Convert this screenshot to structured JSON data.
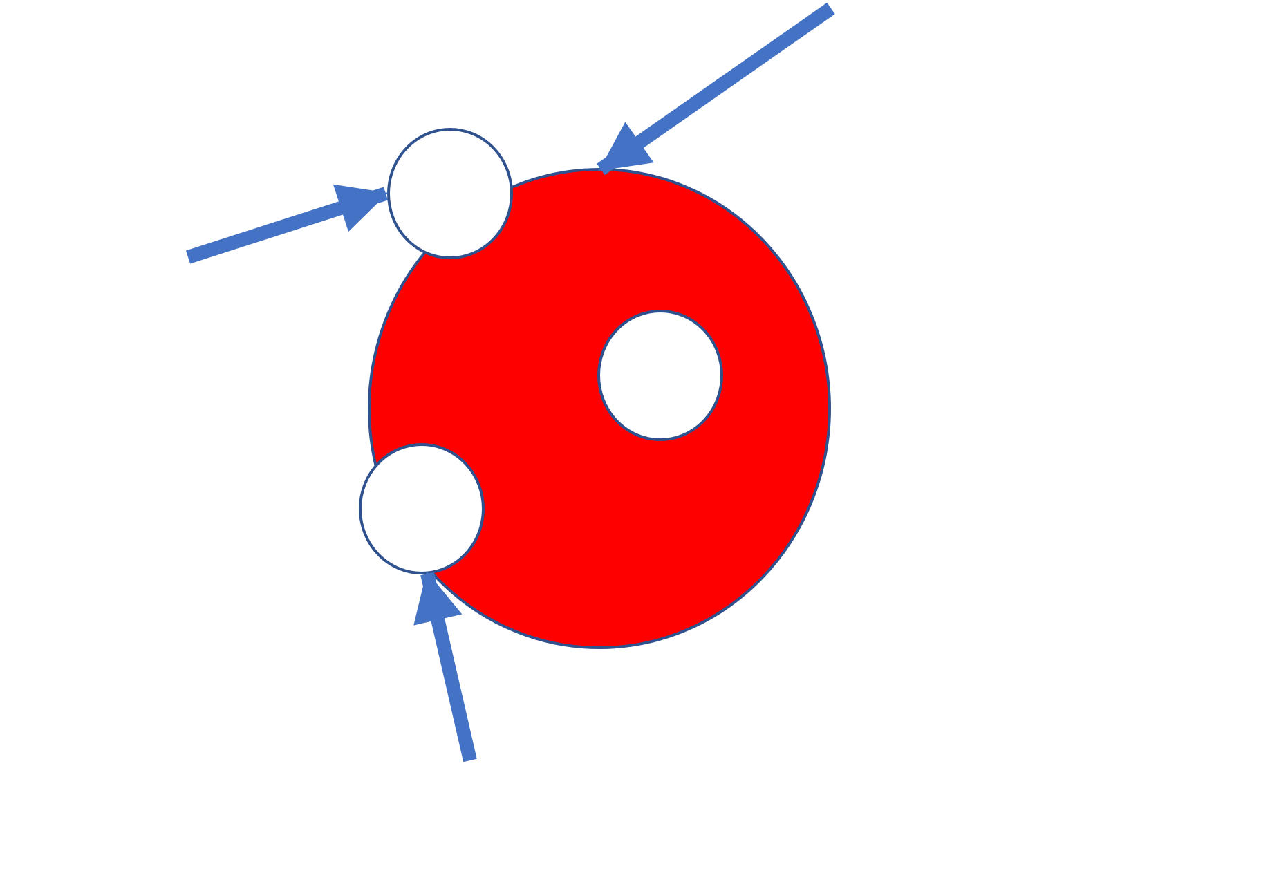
{
  "diagram": {
    "colors": {
      "background": "#FFFFFF",
      "large_circle_fill": "#FF0000",
      "outline": "#2F528F",
      "hole_fill": "#FFFFFF",
      "arrow": "#4472C4"
    },
    "shapes": {
      "large_circle": {
        "name": "red-disc"
      },
      "holes": [
        {
          "name": "hole-top-left"
        },
        {
          "name": "hole-center"
        },
        {
          "name": "hole-bottom-left"
        }
      ],
      "arrows": [
        {
          "name": "arrow-left",
          "points_to": "hole-top-left"
        },
        {
          "name": "arrow-top-right",
          "points_to": "red-disc"
        },
        {
          "name": "arrow-bottom",
          "points_to": "hole-bottom-left"
        }
      ]
    }
  }
}
